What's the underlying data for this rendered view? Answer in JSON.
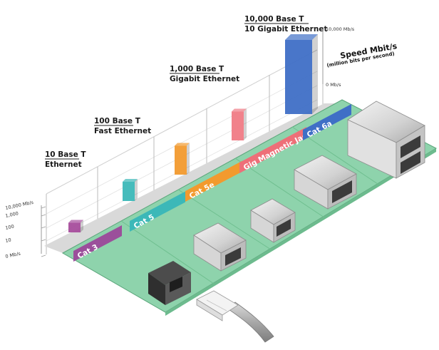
{
  "standards": [
    {
      "line1": "10 Base T",
      "line2": "Ethernet"
    },
    {
      "line1": "100 Base T",
      "line2": "Fast Ethernet"
    },
    {
      "line1": "1,000 Base T",
      "line2": "Gigabit Ethernet"
    },
    {
      "line1": "10,000 Base T",
      "line2": "10 Gigabit Ethernet"
    }
  ],
  "speed_axis": {
    "title": "Speed Mbit/s",
    "subtitle": "(million bits per second)",
    "top_label": "10,000 Mb/s",
    "bottom_label": "0 Mb/s",
    "left_ticks": [
      "10,000 Mb/s",
      "1,000",
      "100",
      "10",
      "0 Mb/s"
    ]
  },
  "speeds_mbps": [
    10,
    100,
    1000,
    10000
  ],
  "bar_colors": [
    "#a64d9c",
    "#3cb8b8",
    "#f29a2e",
    "#f07b85",
    "#3f6fc6"
  ],
  "cable_categories": [
    {
      "label": "Cat 3",
      "color": "#9b4f9b"
    },
    {
      "label": "Cat 5",
      "color": "#3cb8b8"
    },
    {
      "label": "Cat 5e",
      "color": "#f29a2e"
    },
    {
      "label": "Gig Magnetic Jack",
      "color": "#ee6f78"
    },
    {
      "label": "Cat 6a",
      "color": "#3f6fc6"
    }
  ],
  "colors": {
    "floor": "#8ed3ac",
    "floor_edge": "#5aa57a",
    "wall_line": "#bdbdbd",
    "wall_base": "#d9d9d9"
  }
}
